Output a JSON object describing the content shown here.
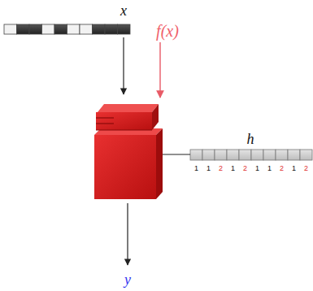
{
  "diagram": {
    "labels": [
      "x",
      "f(x)",
      "h",
      "1",
      "1",
      "2",
      "1",
      "2",
      "1",
      "1",
      "2",
      "1",
      "2",
      "y"
    ]
  }
}
